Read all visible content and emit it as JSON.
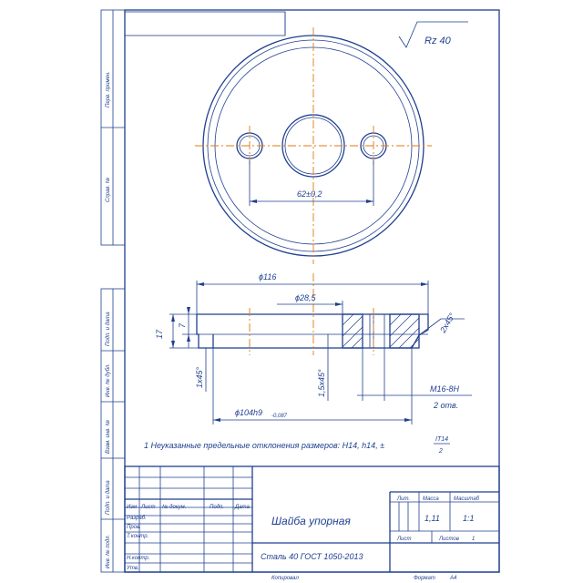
{
  "drawing": {
    "roughness": "Rz 40",
    "dim_bolt_spacing": "62±0,2",
    "dim_outer_diameter": "ϕ116",
    "dim_bore_diameter": "ϕ28,5",
    "dim_shoulder_diameter": "ϕ104h9",
    "dim_shoulder_tolerance": "-0,087",
    "dim_height_total": "17",
    "dim_height_step": "7",
    "dim_chamfer_left": "1x45°",
    "dim_chamfer_inner": "1,5x45°",
    "dim_chamfer_right": "2x45°",
    "thread_label": "M16-8H",
    "thread_count": "2 отв.",
    "note_text": "1 Неуказанные предельные отклонения размеров: H14, h14, ±",
    "note_fraction_top": "IT14",
    "note_fraction_bottom": "2"
  },
  "side_stamp": {
    "perv_primen": "Перв. примен.",
    "sprav_no": "Справ. №",
    "podp_data_1": "Подп. и дата",
    "inv_dubl": "Инв. № дубл.",
    "vzam_inv": "Взам. инв. №",
    "podp_data_2": "Подп. и дата",
    "inv_podl": "Инв. № подл."
  },
  "title_block": {
    "col_izm": "Изм",
    "col_list": "Лист",
    "col_doc": "№ докум.",
    "col_podp": "Подп.",
    "col_data": "Дата",
    "row_razrab": "Разраб.",
    "row_prov": "Пров.",
    "row_tkontr": "Т.контр.",
    "row_nkontr": "Н.контр.",
    "row_utv": "Утв.",
    "title": "Шайба упорная",
    "material": "Сталь 40 ГОСТ 1050-2013",
    "hdr_lit": "Лит.",
    "hdr_massa": "Масса",
    "hdr_masshtab": "Масштаб",
    "massa": "1,11",
    "masshtab": "1:1",
    "list_label": "Лист",
    "listov_label": "Листов",
    "listov_value": "1"
  },
  "footer": {
    "kopiroval": "Копировал",
    "format_label": "Формат",
    "format_value": "А4"
  }
}
